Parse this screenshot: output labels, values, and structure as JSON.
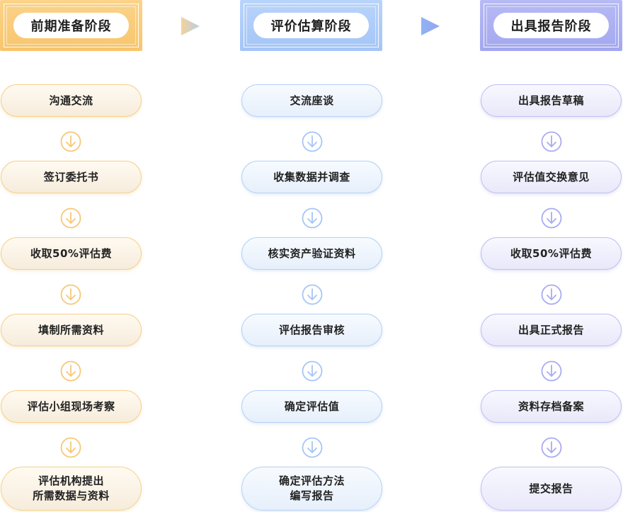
{
  "stages": [
    {
      "title": "前期准备阶段",
      "colors": {
        "accent": "#f7c97a",
        "arrow": "#f6c877"
      },
      "steps": [
        "沟通交流",
        "签订委托书",
        "收取50%评估费",
        "填制所需资料",
        "评估小组现场考察",
        "评估机构提出\n所需数据与资料"
      ]
    },
    {
      "title": "评价估算阶段",
      "colors": {
        "accent": "#a9c8f7",
        "arrow": "#a6c6f5"
      },
      "steps": [
        "交流座谈",
        "收集数据并调查",
        "核实资产验证资料",
        "评估报告审核",
        "确定评估值",
        "确定评估方法\n编写报告"
      ]
    },
    {
      "title": "出具报告阶段",
      "colors": {
        "accent": "#a8abf1",
        "arrow": "#a9abef"
      },
      "steps": [
        "出具报告草稿",
        "评估值交换意见",
        "收取50%评估费",
        "出具正式报告",
        "资料存档备案",
        "提交报告"
      ]
    }
  ],
  "icons": {
    "step_arrow": "arrow-down-circle-icon",
    "stage_arrow": "triangle-right-icon"
  }
}
